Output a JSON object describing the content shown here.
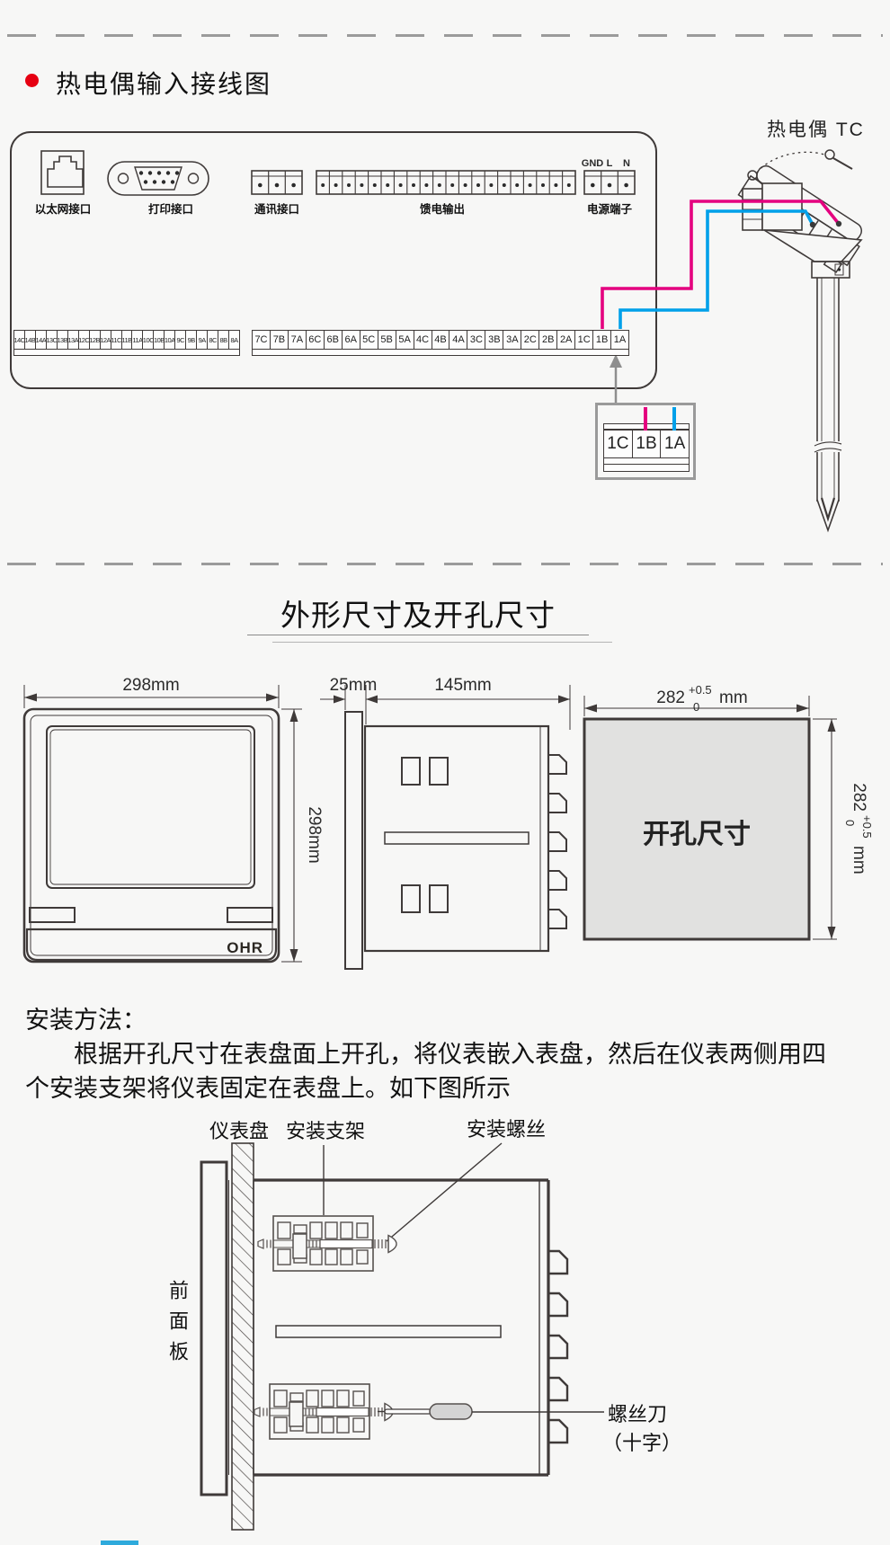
{
  "page": {
    "bg": "#f7f7f6",
    "ink": "#3f3a39",
    "accent_red": "#e60012",
    "wire_pink": "#e4007f",
    "wire_blue": "#00a0e9",
    "arrow_gray": "#8e8e8e",
    "cutout_fill": "#e1e1e0"
  },
  "section1": {
    "title": "热电偶输入接线图",
    "tc_label": "热电偶 TC",
    "port_labels": {
      "ethernet": "以太网接口",
      "printer": "打印接口",
      "comm": "通讯接口",
      "feed": "馈电输出",
      "power": "电源端子"
    },
    "power_terminals": [
      "GND",
      "L",
      "N"
    ],
    "left_strip": [
      "14C",
      "14B",
      "14A",
      "13C",
      "13B",
      "13A",
      "12C",
      "12B",
      "12A",
      "11C",
      "11B",
      "11A",
      "10C",
      "10B",
      "10A",
      "9C",
      "9B",
      "9A",
      "8C",
      "8B",
      "8A"
    ],
    "right_strip": [
      "7C",
      "7B",
      "7A",
      "6C",
      "6B",
      "6A",
      "5C",
      "5B",
      "5A",
      "4C",
      "4B",
      "4A",
      "3C",
      "3B",
      "3A",
      "2C",
      "2B",
      "2A",
      "1C",
      "1B",
      "1A"
    ],
    "detail_terminals": [
      "1C",
      "1B",
      "1A"
    ]
  },
  "section2": {
    "title": "外形尺寸及开孔尺寸",
    "front": {
      "width_label": "298mm",
      "height_label": "298mm",
      "logo": "OHR"
    },
    "side": {
      "front_depth_label": "25mm",
      "body_depth_label": "145mm"
    },
    "cutout": {
      "panel_label": "开孔尺寸",
      "dim_value": "282",
      "tol_upper": "+0.5",
      "tol_lower": "0",
      "unit": "mm"
    }
  },
  "install": {
    "heading": "安装方法：",
    "para_line1": "根据开孔尺寸在表盘面上开孔，将仪表嵌入表盘，然后在仪表两侧用四",
    "para_line2": "个安装支架将仪表固定在表盘上。如下图所示",
    "labels": {
      "panel": "仪表盘",
      "bracket": "安装支架",
      "screw": "安装螺丝",
      "front_panel": "前面板",
      "screwdriver_1": "螺丝刀",
      "screwdriver_2": "（十字）"
    }
  }
}
